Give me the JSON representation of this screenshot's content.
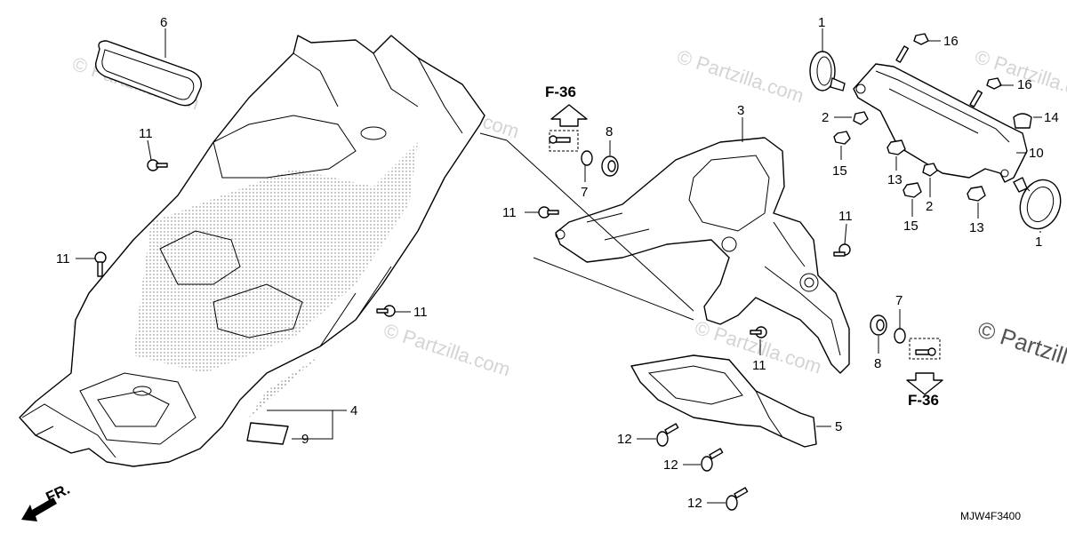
{
  "diagram": {
    "code": "MJW4F3400",
    "front_label": "FR.",
    "watermark": "© Partzilla.com",
    "watermark_short": "© Partzill",
    "refs": [
      {
        "id": "ref-top",
        "label": "F-36"
      },
      {
        "id": "ref-bottom",
        "label": "F-36"
      }
    ],
    "callouts": [
      {
        "id": "c6",
        "label": "6"
      },
      {
        "id": "c11a",
        "label": "11"
      },
      {
        "id": "c11b",
        "label": "11"
      },
      {
        "id": "c11c",
        "label": "11"
      },
      {
        "id": "c4",
        "label": "4"
      },
      {
        "id": "c9",
        "label": "9"
      },
      {
        "id": "c7a",
        "label": "7"
      },
      {
        "id": "c8a",
        "label": "8"
      },
      {
        "id": "c3",
        "label": "3"
      },
      {
        "id": "c11d",
        "label": "11"
      },
      {
        "id": "c11e",
        "label": "11"
      },
      {
        "id": "c11f",
        "label": "11"
      },
      {
        "id": "c7b",
        "label": "7"
      },
      {
        "id": "c8b",
        "label": "8"
      },
      {
        "id": "c5",
        "label": "5"
      },
      {
        "id": "c12a",
        "label": "12"
      },
      {
        "id": "c12b",
        "label": "12"
      },
      {
        "id": "c12c",
        "label": "12"
      },
      {
        "id": "c1a",
        "label": "1"
      },
      {
        "id": "c16a",
        "label": "16"
      },
      {
        "id": "c16b",
        "label": "16"
      },
      {
        "id": "c2a",
        "label": "2"
      },
      {
        "id": "c14",
        "label": "14"
      },
      {
        "id": "c15a",
        "label": "15"
      },
      {
        "id": "c13a",
        "label": "13"
      },
      {
        "id": "c10",
        "label": "10"
      },
      {
        "id": "c2b",
        "label": "2"
      },
      {
        "id": "c15b",
        "label": "15"
      },
      {
        "id": "c13b",
        "label": "13"
      },
      {
        "id": "c1b",
        "label": "1"
      }
    ]
  }
}
